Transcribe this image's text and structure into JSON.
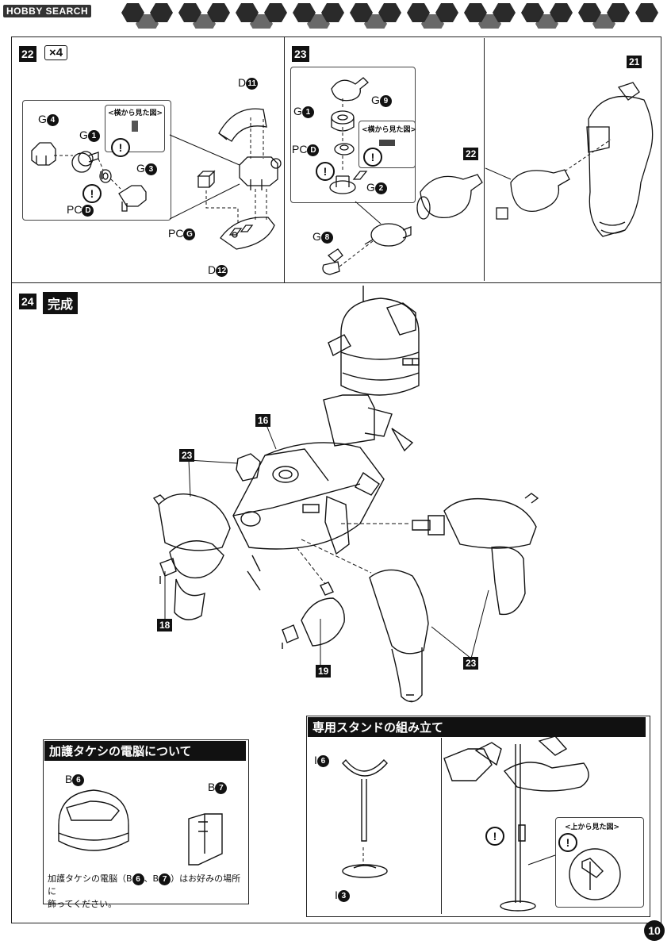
{
  "header": {
    "logo_text": "HOBBY SEARCH"
  },
  "step22": {
    "number": "22",
    "multiplier": "×4",
    "side_view_label": "<横から見た図>",
    "parts": {
      "g4": "G",
      "g4n": "4",
      "g1": "G",
      "g1n": "1",
      "g3": "G",
      "g3n": "3",
      "pcd": "PC",
      "pcdn": "D",
      "d11": "D",
      "d11n": "11",
      "pcg": "PC",
      "pcgn": "G",
      "d12": "D",
      "d12n": "12"
    }
  },
  "step23": {
    "number": "23",
    "side_view_label": "<横から見た図>",
    "parts": {
      "g9": "G",
      "g9n": "9",
      "g1": "G",
      "g1n": "1",
      "pcd": "PC",
      "pcdn": "D",
      "g2": "G",
      "g2n": "2",
      "g8": "G",
      "g8n": "8"
    },
    "callout_22": "22",
    "callout_21": "21"
  },
  "step24": {
    "number": "24",
    "title": "完成",
    "callouts": {
      "c16": "16",
      "c23a": "23",
      "c18": "18",
      "c19": "19",
      "c23b": "23"
    }
  },
  "brain_note": {
    "title": "加護タケシの電脳について",
    "part_b6": "B",
    "part_b6n": "6",
    "part_b7": "B",
    "part_b7n": "7",
    "text_1": "加護タケシの電脳（B",
    "text_n6": "6",
    "text_sep": "、B",
    "text_n7": "7",
    "text_2": "）はお好みの場所に",
    "text_3": "飾ってください。"
  },
  "stand": {
    "title": "専用スタンドの組み立て",
    "part_i6": "I",
    "part_i6n": "6",
    "part_i3": "I",
    "part_i3n": "3",
    "top_view_label": "<上から見た図>"
  },
  "warning_symbol": "!",
  "page_number": "10"
}
